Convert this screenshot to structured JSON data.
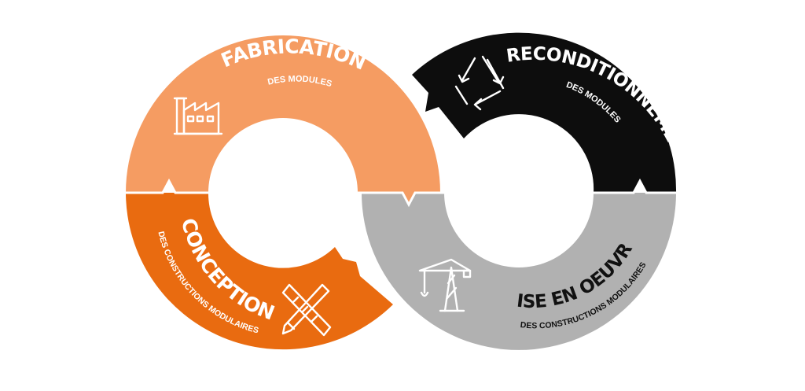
{
  "colors": {
    "fabrication": "#f59c62",
    "conception": "#e96b10",
    "reconditionnement": "#0d0d0d",
    "mise_en_oeuvre": "#b1b1b1",
    "text": "#ffffff",
    "text_dark": "#111111"
  },
  "segments": {
    "fabrication": {
      "title": "FABRICATION",
      "subtitle": "DES MODULES",
      "icon": "factory-icon"
    },
    "reconditionnement": {
      "title": "RECONDITIONNEMENT",
      "subtitle": "DES MODULES",
      "icon": "recycle-icon"
    },
    "conception": {
      "title": "CONCEPTION",
      "subtitle": "DES CONSTRUCTIONS MODULAIRES",
      "icon": "ruler-pencil-icon"
    },
    "mise_en_oeuvre": {
      "title": "MISE EN OEUVRE",
      "subtitle": "DES CONSTRUCTIONS MODULAIRES",
      "icon": "crane-icon"
    }
  }
}
